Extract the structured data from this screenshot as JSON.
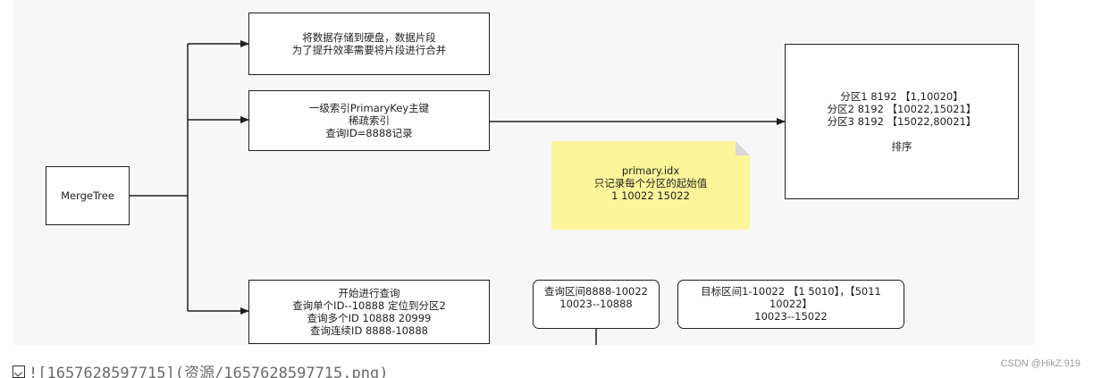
{
  "nodes": {
    "root": "MergeTree",
    "storage": [
      "将数据存储到硬盘，数据片段",
      "为了提升效率需要将片段进行合并"
    ],
    "primary_key": [
      "一级索引PrimaryKey主键",
      "稀疏索引",
      "查询ID=8888记录"
    ],
    "query": [
      "开始进行查询",
      "查询单个ID--10888  定位到分区2",
      "查询多个ID 10888 20999",
      "查询连续ID 8888-10888"
    ],
    "partitions": [
      "分区1 8192   【1,10020】",
      "分区2 8192 【10022,15021】",
      "分区3 8192 【15022,80021】",
      "排序"
    ],
    "query_range": [
      "查询区间8888-10022",
      "10023--10888"
    ],
    "target_range": [
      "目标区间1-10022 【1 5010】，【5011",
      "10022】",
      "10023--15022"
    ]
  },
  "note": {
    "lines": [
      "primary.idx",
      "只记录每个分区的起始值",
      "1 10022 15022"
    ],
    "color": "#fdf59a"
  },
  "footer": {
    "link_text": "![1657628597715](资源/1657628597715.png)",
    "watermark": "CSDN @HikZ.919"
  }
}
